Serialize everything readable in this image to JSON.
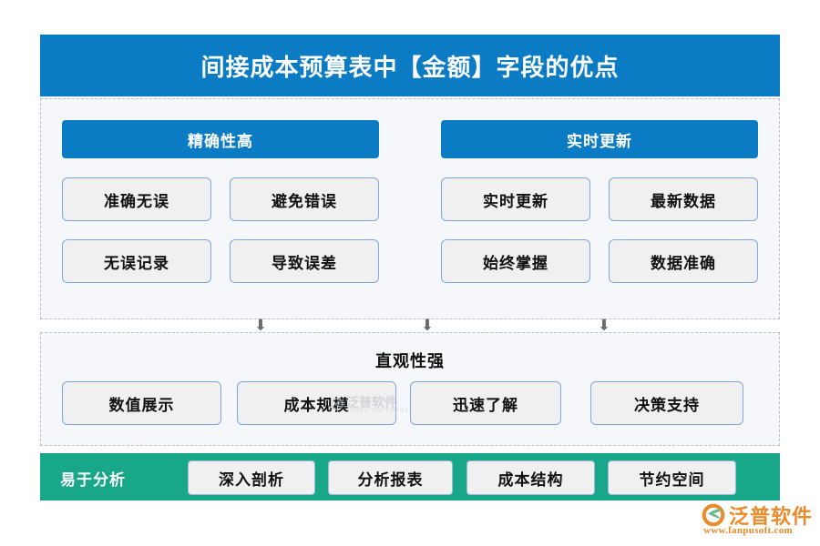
{
  "header": {
    "title": "间接成本预算表中【金额】字段的优点",
    "bg_color": "#0B7CC4",
    "text_color": "#FFFFFF"
  },
  "colors": {
    "accent_blue": "#0B7CC4",
    "accent_green": "#18A889",
    "box_border": "#7DA7D9",
    "box_fill": "#F0F0F0",
    "panel_fill": "#F5F7FA",
    "panel_border": "#B9BEC6",
    "logo_orange": "#E98A2B",
    "logo_green": "#6FB98F"
  },
  "top_panel": {
    "sections": [
      {
        "heading": "精确性高",
        "items": [
          "准确无误",
          "避免错误",
          "无误记录",
          "导致误差"
        ]
      },
      {
        "heading": "实时更新",
        "items": [
          "实时更新",
          "最新数据",
          "始终掌握",
          "数据准确"
        ]
      }
    ]
  },
  "connectors": {
    "icon": "arrow-down-icon",
    "glyph": "⬇",
    "count": 3,
    "color": "#6B6B6B"
  },
  "bottom_panel": {
    "heading": "直观性强",
    "items": [
      "数值展示",
      "成本规模",
      "迅速了解",
      "决策支持"
    ]
  },
  "green_bar": {
    "label": "易于分析",
    "items": [
      "深入剖析",
      "分析报表",
      "成本结构",
      "节约空间"
    ]
  },
  "watermark": {
    "cn": "泛普软件",
    "en": "FANPU SOFTWARE"
  },
  "logo": {
    "cn": "泛普软件",
    "url": "www.fanpusoft.com",
    "mark_icon": "fanpu-swoosh-logo-icon"
  }
}
